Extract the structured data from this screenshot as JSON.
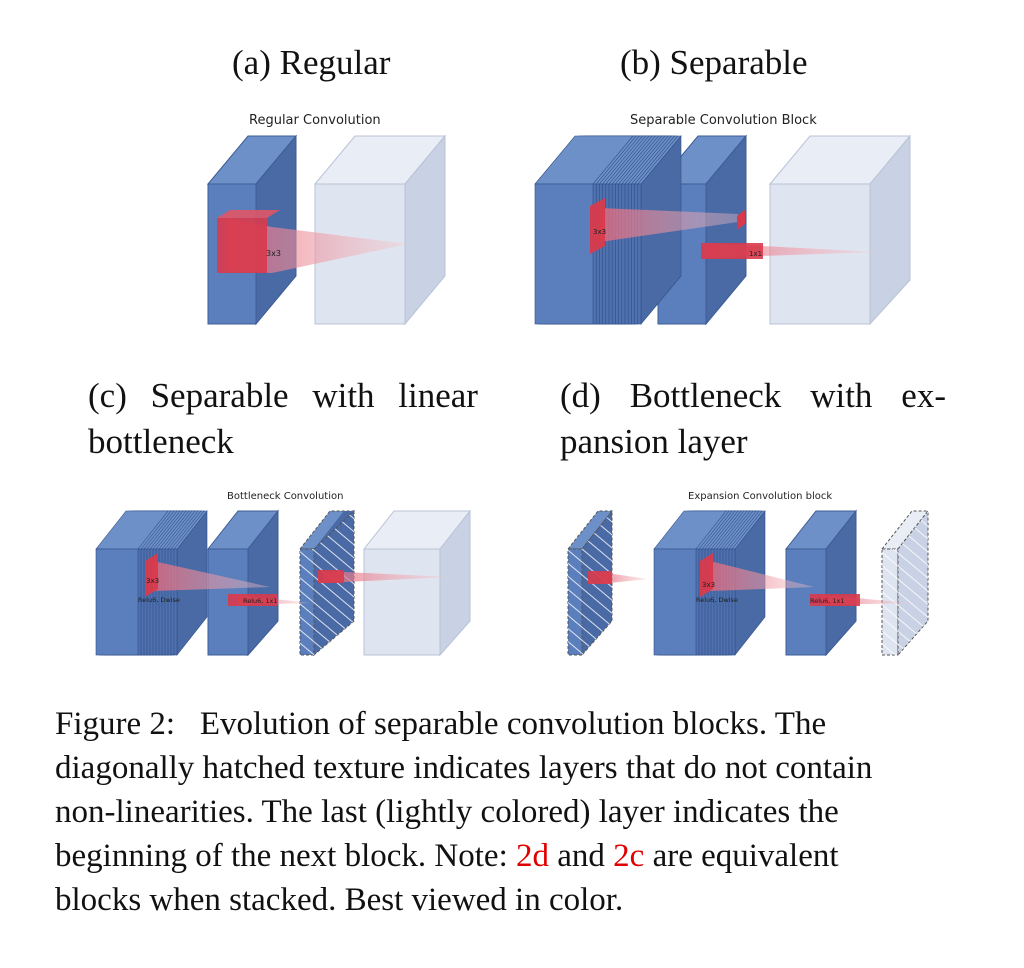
{
  "figure": {
    "subfigures": [
      {
        "caption": "(a) Regular",
        "title": "Regular Convolution",
        "labels": [
          "3x3"
        ]
      },
      {
        "caption": "(b) Separable",
        "title": "Separable Convolution Block",
        "labels": [
          "3x3",
          "1x1"
        ]
      },
      {
        "caption_line1": [
          "(c)",
          "Separable",
          "with",
          "linear"
        ],
        "caption_line2": "bottleneck",
        "title": "Bottleneck Convolution",
        "labels": [
          "3x3",
          "Relu6, Dwise",
          "Relu6, 1x1"
        ]
      },
      {
        "caption_line1": [
          "(d)",
          "Bottleneck",
          "with",
          "ex-"
        ],
        "caption_line2": "pansion layer",
        "title": "Expansion Convolution block",
        "labels": [
          "3x3",
          "Relu6, Dwise",
          "Relu6, 1x1"
        ]
      }
    ],
    "caption": {
      "line1_a": "Figure 2:",
      "line1_b": "Evolution of separable convolution blocks.  The",
      "line2": "diagonally hatched texture indicates layers that do not contain",
      "line3": "non-linearities.  The last (lightly colored) layer indicates the",
      "line4_a": "beginning of the next block. Note: ",
      "ref1": "2d",
      "line4_b": " and ",
      "ref2": "2c",
      "line4_c": " are equivalent",
      "line5": "blocks when stacked. Best viewed in color."
    }
  },
  "colors": {
    "block_front": "#5b7fbd",
    "block_side": "#4a6aa6",
    "block_top": "#6e90c8",
    "light_front": "#dfe5f0",
    "light_side": "#c9d2e4",
    "light_top": "#e9edf5",
    "kernel": "#d93a4b",
    "cone": "#f2a3a9",
    "caption_ref": "#e00000"
  }
}
